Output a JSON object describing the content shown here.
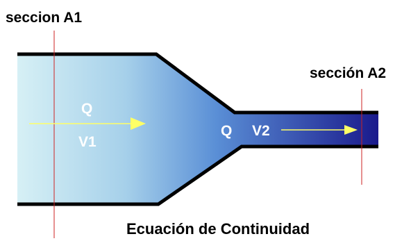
{
  "labels": {
    "section_a1": "seccion A1",
    "section_a2": "sección A2",
    "flow_left": "Q",
    "velocity_left": "V1",
    "flow_right": "Q",
    "velocity_right": "V2",
    "caption": "Ecuación de Continuidad"
  },
  "colors": {
    "fluid_light": "#d6f0f5",
    "fluid_mid": "#5a8fd6",
    "fluid_dark": "#1a1a8c",
    "pipe_wall": "#000000",
    "section_line": "#cc2222",
    "arrow": "#ffff66",
    "text_on_fluid": "#ffffff",
    "text_on_background": "#000000"
  }
}
